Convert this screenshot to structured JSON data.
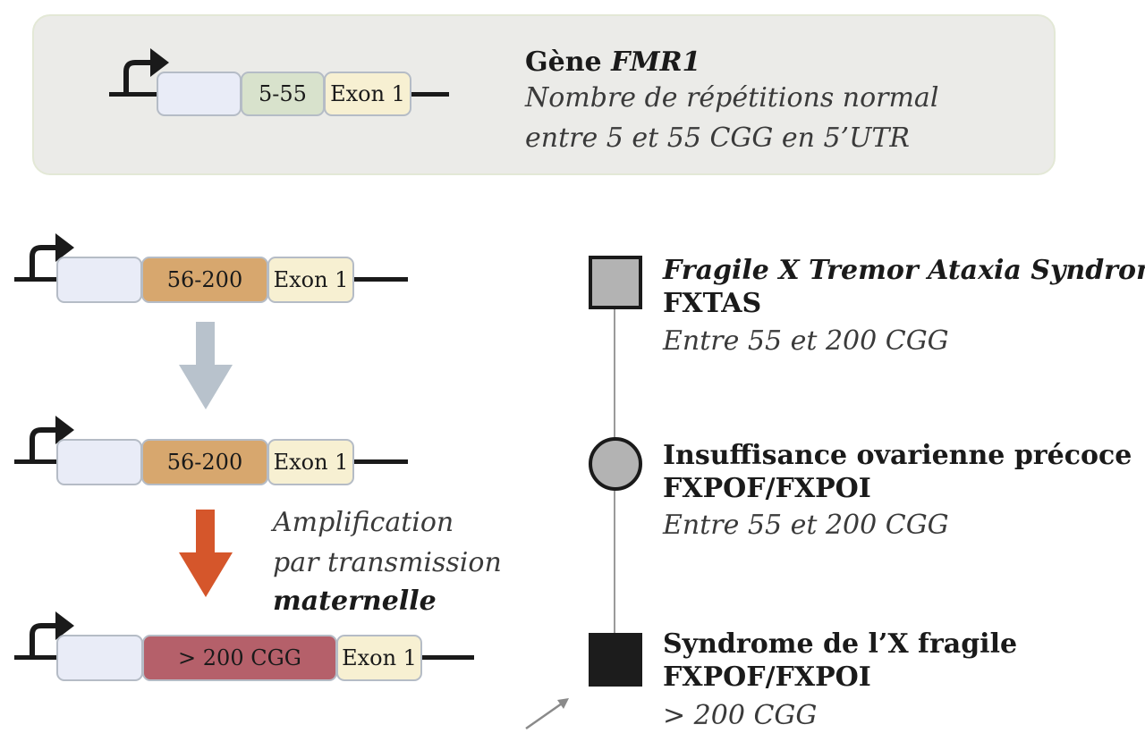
{
  "colors": {
    "normal_repeat": "#d8e2cc",
    "premutation_repeat": "#d7a76e",
    "full_mutation_repeat": "#b5606a",
    "promoter_box": "#e9ecf7",
    "exon_box": "#f7f0d2",
    "arrow_gray": "#b8c2cc",
    "arrow_orange": "#d5562b",
    "symbol_gray": "#b3b3b3",
    "symbol_black": "#1c1c1c"
  },
  "header": {
    "title_prefix": "Gène ",
    "title_gene": "FMR1",
    "line1": "Nombre de répétitions normal",
    "line2": "entre 5 et 55 CGG en 5’UTR",
    "repeat_label": "5-55",
    "exon_label": "Exon 1"
  },
  "genes": [
    {
      "repeat_label": "56-200",
      "exon_label": "Exon 1"
    },
    {
      "repeat_label": "56-200",
      "exon_label": "Exon 1"
    },
    {
      "repeat_label": "> 200 CGG",
      "exon_label": "Exon 1"
    }
  ],
  "amplification": {
    "line1": "Amplification",
    "line2": "par transmission",
    "line3": "maternelle"
  },
  "phenotypes": [
    {
      "symbol": "square-gray-icon",
      "title": "Fragile X Tremor Ataxia Syndrome",
      "acronym": "FXTAS",
      "range": "Entre 55 et 200 CGG"
    },
    {
      "symbol": "circle-gray-icon",
      "title": "Insuffisance ovarienne précoce",
      "acronym": "FXPOF/FXPOI",
      "range": "Entre 55 et 200 CGG"
    },
    {
      "symbol": "square-black-icon",
      "title": "Syndrome de l’X fragile",
      "acronym": "FXPOF/FXPOI",
      "range": "> 200 CGG"
    }
  ]
}
